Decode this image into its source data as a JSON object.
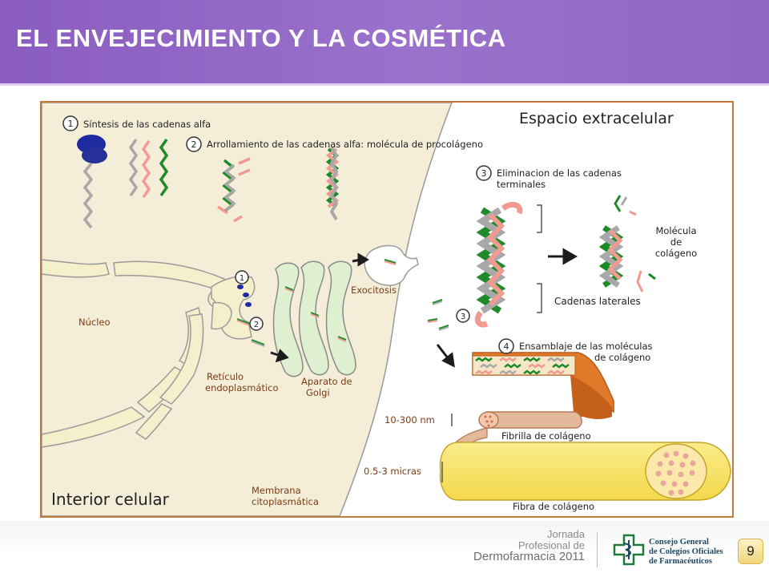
{
  "slide": {
    "title": "EL ENVEJECIMIENTO Y LA COSMÉTICA",
    "page_number": "9"
  },
  "diagram": {
    "zone_extracellular": "Espacio extracelular",
    "zone_intracellular": "Interior celular",
    "steps": {
      "s1_num": "1",
      "s1_text": "Síntesis de las cadenas alfa",
      "s2_num": "2",
      "s2_text": "Arrollamiento de las cadenas alfa: molécula de procolágeno",
      "s3_num": "3",
      "s3_line1": "Eliminacion de las cadenas",
      "s3_line2": "terminales",
      "s4_num": "4",
      "s4_line1": "Ensamblaje de las moléculas",
      "s4_line2": "de colágeno"
    },
    "labels": {
      "nucleo": "Núcleo",
      "reticulo_1": "Retículo",
      "reticulo_2": "endoplasmático",
      "golgi_1": "Aparato de",
      "golgi_2": "Golgi",
      "exocitosis": "Exocitosis",
      "molecula_1": "Molécula",
      "molecula_2": "de",
      "molecula_3": "colágeno",
      "cadenas_laterales": "Cadenas laterales",
      "size_fibrilla": "10-300 nm",
      "fibrilla": "Fibrilla de colágeno",
      "size_fibra": "0.5-3 micras",
      "fibra": "Fibra de colágeno",
      "membrana_1": "Membrana",
      "membrana_2": "citoplasmática"
    },
    "markers": {
      "er_1": "1",
      "er_2": "2",
      "exo_3": "3"
    }
  },
  "footer": {
    "jornada_1": "Jornada",
    "jornada_2": "Profesional de",
    "jornada_3": "Dermofarmacia 2011",
    "consejo_1": "Consejo General",
    "consejo_2": "de Colegios Oficiales",
    "consejo_3": "de Farmacéuticos"
  },
  "colors": {
    "header": "#8a5cc0",
    "cell_interior": "#f4eed9",
    "chain_green": "#1f8a2a",
    "chain_pink": "#f29a92",
    "chain_gray": "#a8a8a8",
    "fiber_orange": "#c5601b",
    "fiber_yellow": "#f8e366",
    "border": "#c07a3a"
  }
}
